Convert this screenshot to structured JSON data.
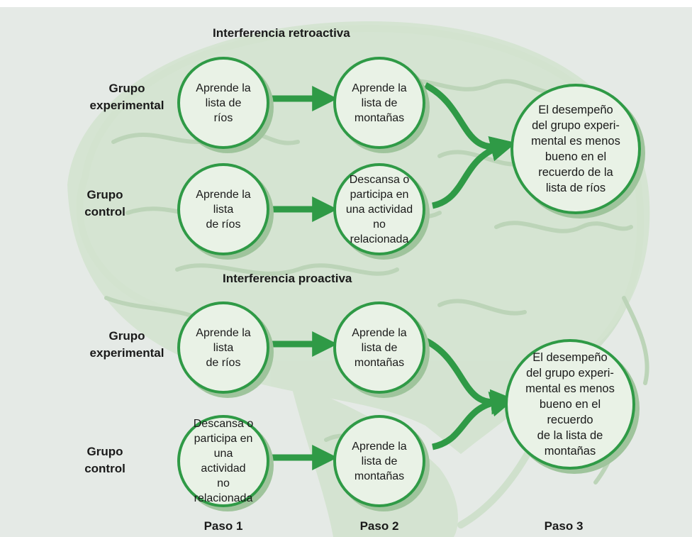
{
  "headings": {
    "retroactive": "Interferencia retroactiva",
    "proactive": "Interferencia proactiva"
  },
  "groups": {
    "retro_experimental": [
      "Grupo",
      "experimental"
    ],
    "retro_control": [
      "Grupo",
      "control"
    ],
    "pro_experimental": [
      "Grupo",
      "experimental"
    ],
    "pro_control": [
      "Grupo",
      "control"
    ]
  },
  "nodes": {
    "retro_exp_step1": [
      "Aprende la",
      "lista de",
      "ríos"
    ],
    "retro_exp_step2": [
      "Aprende la",
      "lista de",
      "montañas"
    ],
    "retro_ctrl_step1": [
      "Aprende la",
      "lista",
      "de ríos"
    ],
    "retro_ctrl_step2": [
      "Descansa o",
      "participa en",
      "una actividad",
      "no relacionada"
    ],
    "retro_result": [
      "El desempeño",
      "del grupo experi-",
      "mental es menos",
      "bueno en el",
      "recuerdo de la",
      "lista de ríos"
    ],
    "pro_exp_step1": [
      "Aprende la",
      "lista",
      "de ríos"
    ],
    "pro_exp_step2": [
      "Aprende la",
      "lista de",
      "montañas"
    ],
    "pro_ctrl_step1": [
      "Descansa o",
      "participa en una",
      "actividad",
      "no relacionada"
    ],
    "pro_ctrl_step2": [
      "Aprende la",
      "lista de",
      "montañas"
    ],
    "pro_result": [
      "El desempeño",
      "del grupo experi-",
      "mental es menos",
      "bueno en el recuerdo",
      "de la lista de",
      "montañas"
    ]
  },
  "steps": [
    "Paso 1",
    "Paso 2",
    "Paso 3"
  ],
  "colors": {
    "panel": "#e5eae6",
    "brain": "#c7dcc3",
    "arrow": "#2f9a46",
    "node_fill": "#e9f2e6",
    "node_shadow": "#9fc49c"
  }
}
